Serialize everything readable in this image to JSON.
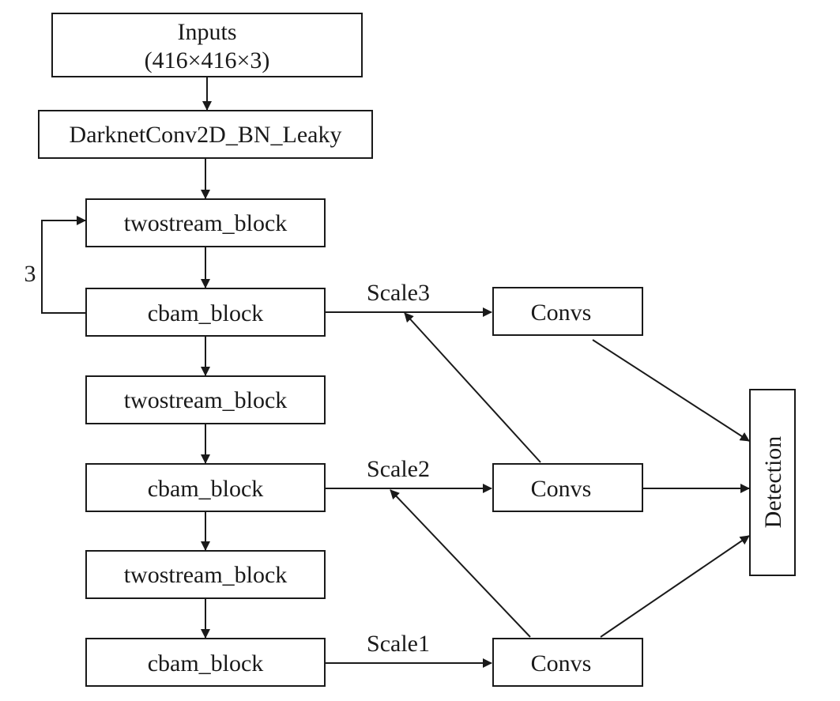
{
  "diagram": {
    "nodes": {
      "inputs": {
        "line1": "Inputs",
        "line2": "(416×416×3)"
      },
      "darknet": "DarknetConv2D_BN_Leaky",
      "twostream1": "twostream_block",
      "cbam1": "cbam_block",
      "twostream2": "twostream_block",
      "cbam2": "cbam_block",
      "twostream3": "twostream_block",
      "cbam3": "cbam_block",
      "convs_top": "Convs",
      "convs_mid": "Convs",
      "convs_bot": "Convs",
      "detection": "Detection"
    },
    "edge_labels": {
      "loop_repeat": "3",
      "scale3": "Scale3",
      "scale2": "Scale2",
      "scale1": "Scale1"
    }
  }
}
